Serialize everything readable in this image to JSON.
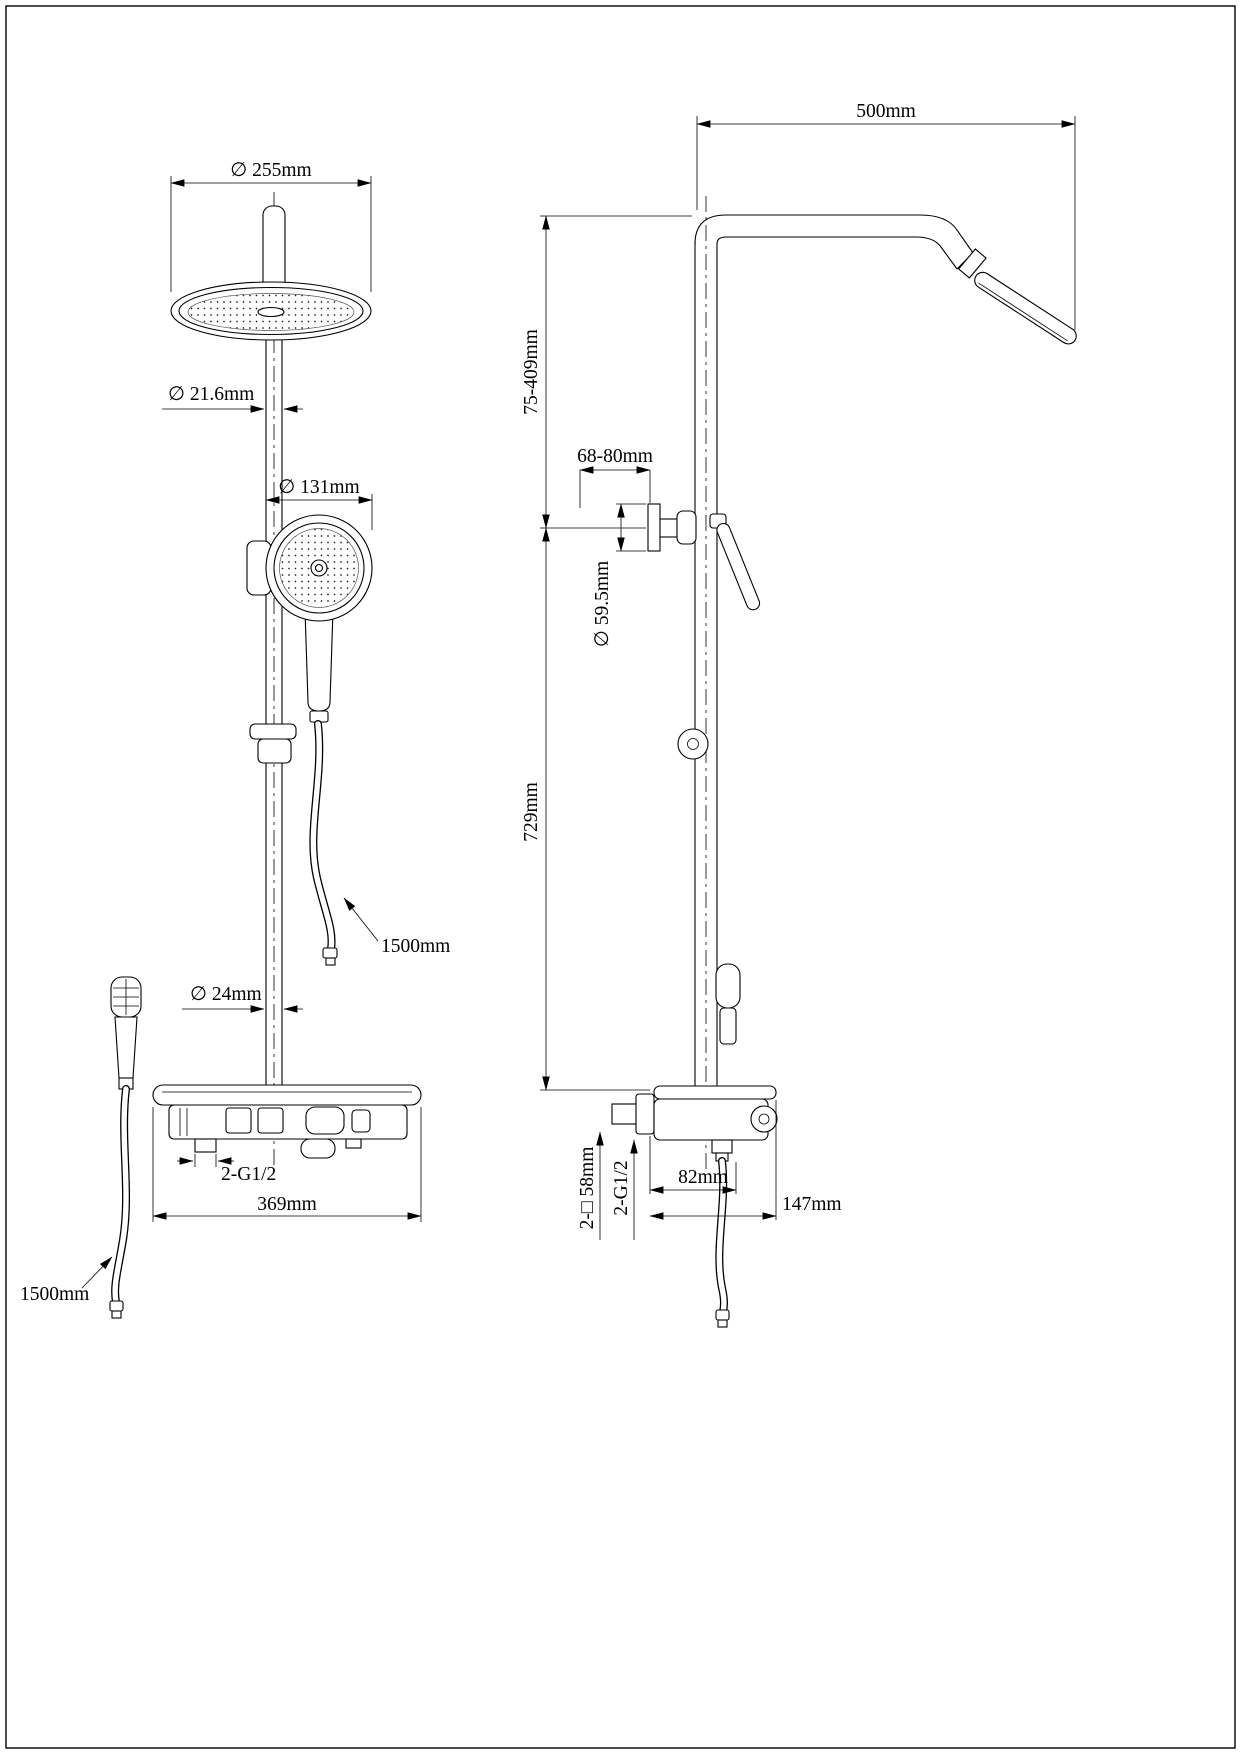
{
  "meta": {
    "title": "Shower column two-view technical drawing"
  },
  "front_view": {
    "head_diameter": "∅ 255mm",
    "pipe_diameter": "∅ 21.6mm",
    "hand_shower_diameter": "∅ 131mm",
    "shower_hose_length": "1500mm",
    "column_diameter": "∅ 24mm",
    "inlet_thread": "2-G1/2",
    "body_width": "369mm",
    "wand_hose_length": "1500mm"
  },
  "side_view": {
    "arm_length": "500mm",
    "head_height_range": "75-409mm",
    "wall_distance_range": "68-80mm",
    "escutcheon_diameter": "∅ 59.5mm",
    "column_length": "729mm",
    "flange_square": "2-□ 58mm",
    "outlet_thread": "2-G1/2",
    "outlet_offset": "82mm",
    "shelf_depth": "147mm"
  }
}
